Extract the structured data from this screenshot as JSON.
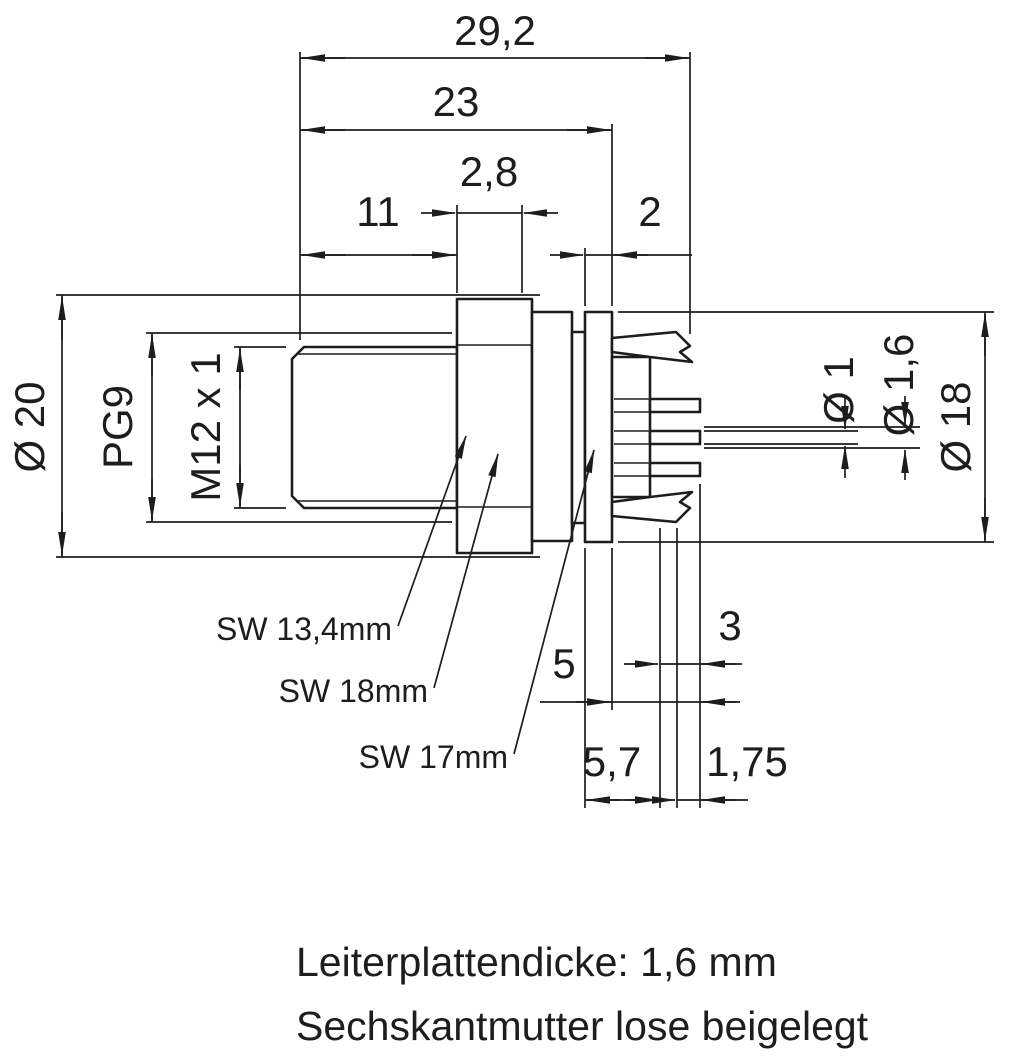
{
  "drawing": {
    "dims": {
      "d29_2": "29,2",
      "d23": "23",
      "d2_8": "2,8",
      "d11": "11",
      "d2": "2",
      "dia20": "Ø 20",
      "pg9": "PG9",
      "m12x1": "M12 x 1",
      "dia1": "Ø 1",
      "dia1_6": "Ø 1,6",
      "dia18": "Ø 18",
      "d5": "5",
      "d3": "3",
      "d5_7": "5,7",
      "d1_75": "1,75"
    },
    "sw": {
      "sw13_4": "SW 13,4mm",
      "sw18": "SW 18mm",
      "sw17": "SW 17mm"
    },
    "notes": {
      "line1": "Leiterplattendicke: 1,6 mm",
      "line2": "Sechskantmutter lose beigelegt"
    },
    "colors": {
      "ink": "#1d1d1b",
      "background": "#ffffff"
    }
  }
}
